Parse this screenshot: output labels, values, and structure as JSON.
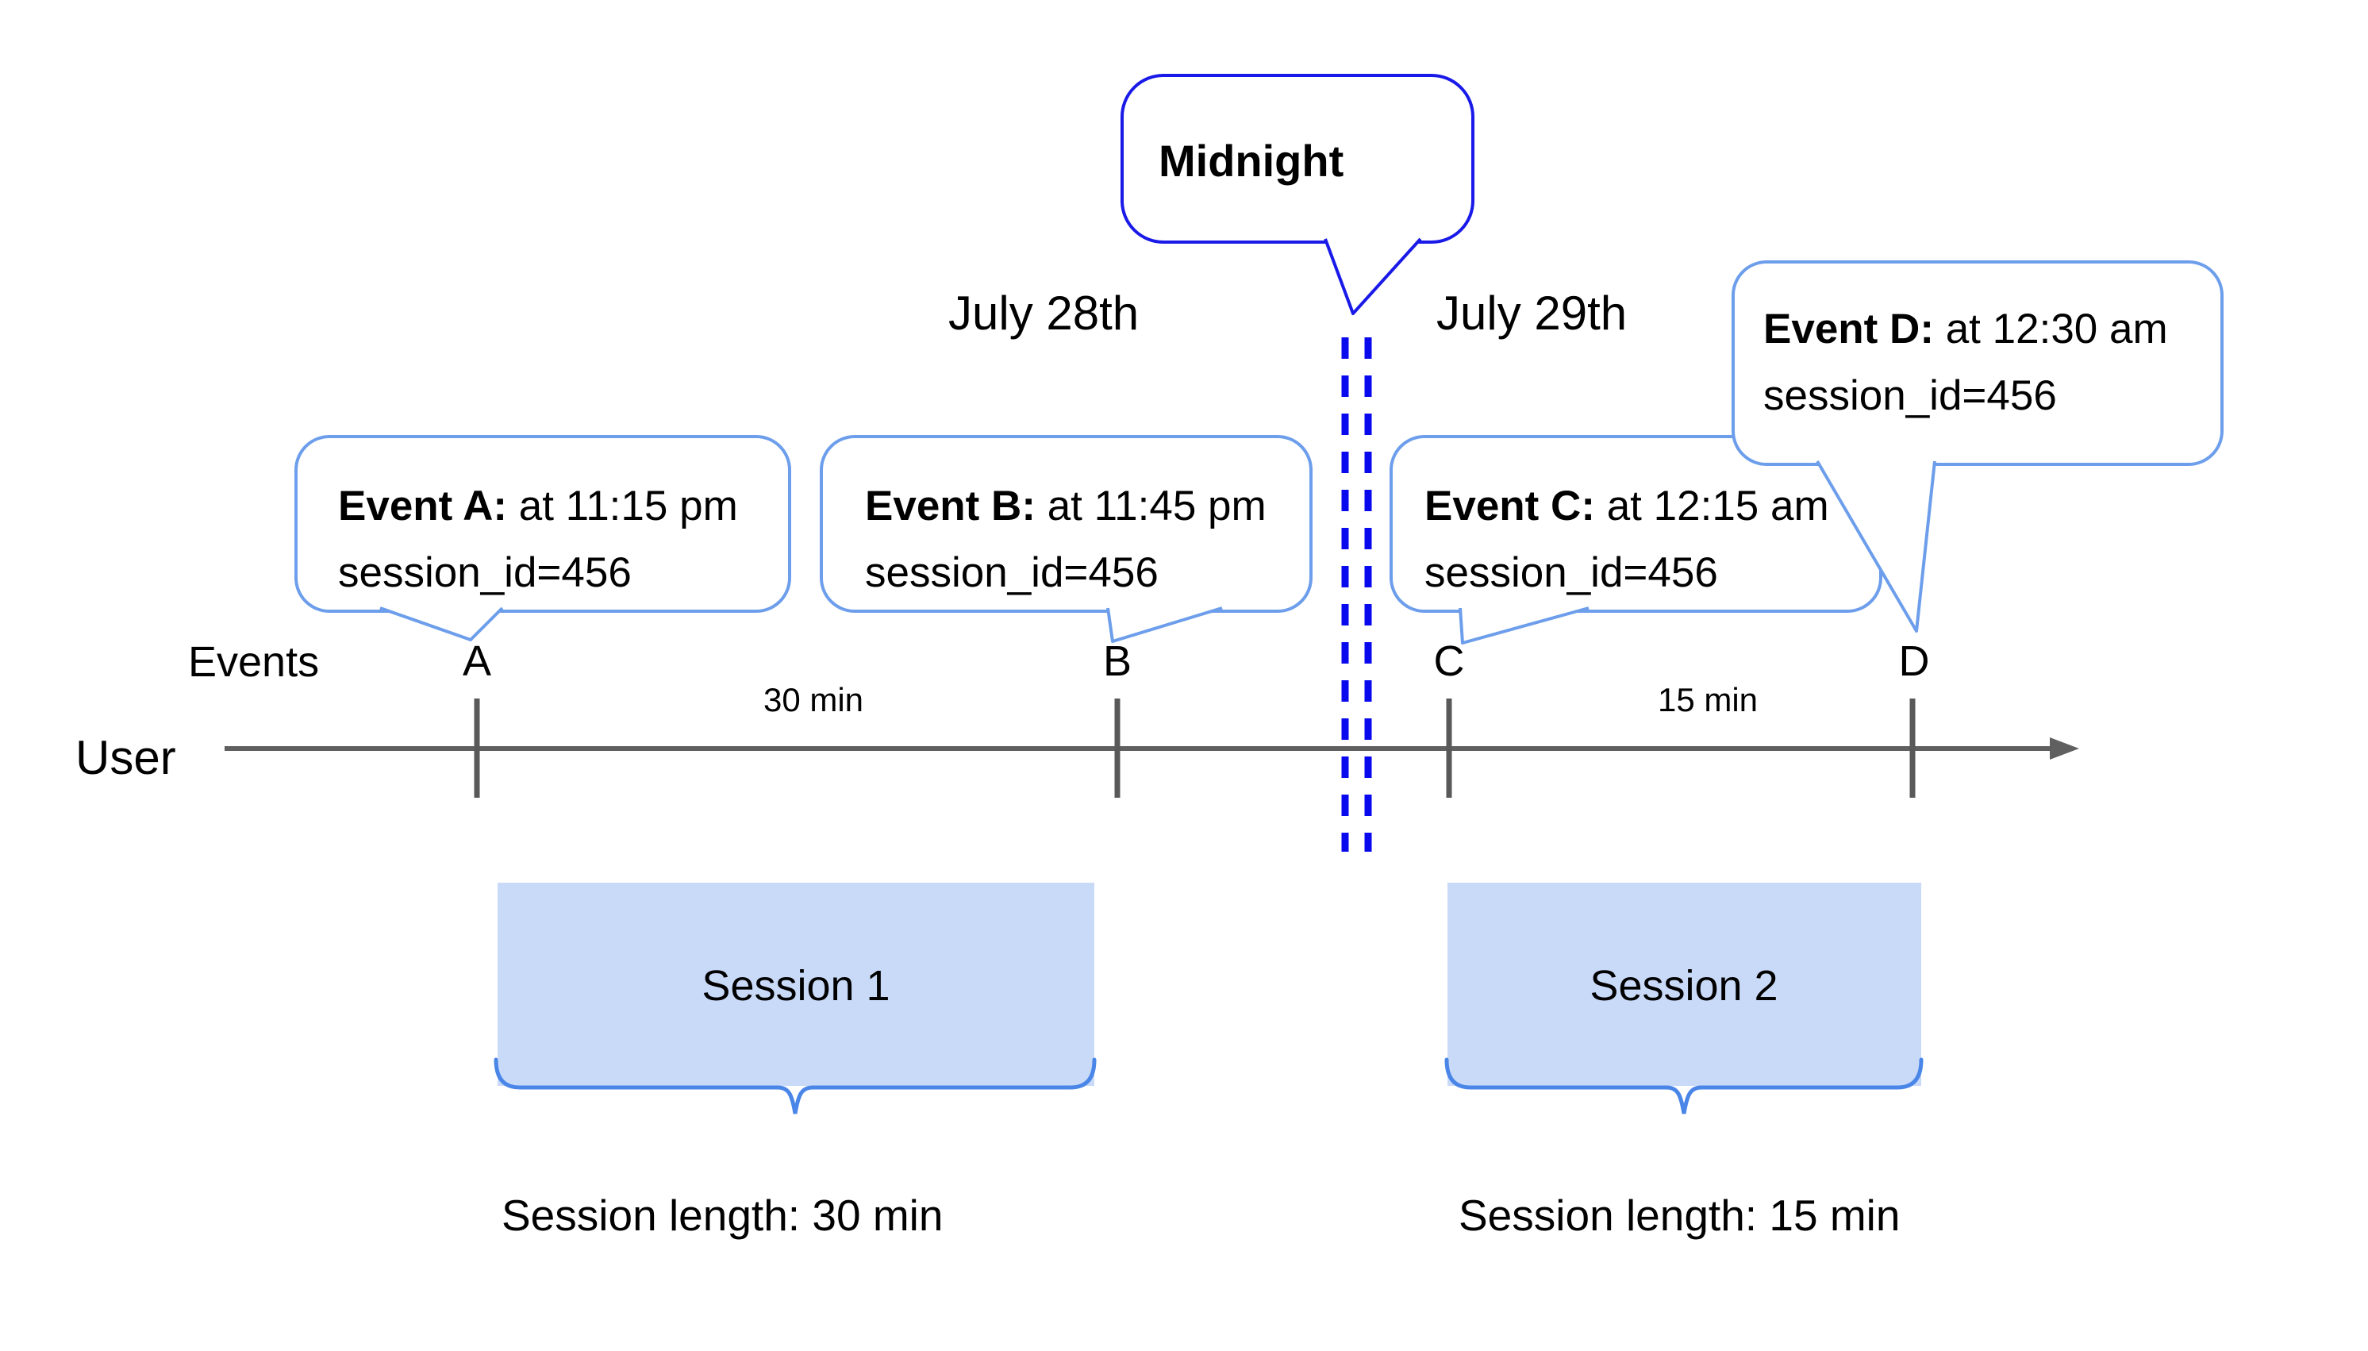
{
  "diagram": {
    "midnight_callout": {
      "label": "Midnight"
    },
    "date_labels": {
      "before": "July 28th",
      "after": "July 29th"
    },
    "row_labels": {
      "events": "Events",
      "user": "User"
    },
    "event_callouts": [
      {
        "letter": "A",
        "title": "Event A:",
        "time": " at 11:15 pm",
        "detail": "session_id=456"
      },
      {
        "letter": "B",
        "title": "Event B:",
        "time": " at 11:45 pm",
        "detail": "session_id=456"
      },
      {
        "letter": "C",
        "title": "Event C:",
        "time": " at 12:15 am",
        "detail": "session_id=456"
      },
      {
        "letter": "D",
        "title": "Event D:",
        "time": " at 12:30 am",
        "detail": "session_id=456"
      }
    ],
    "gap_labels": {
      "first": "30 min",
      "second": "15 min"
    },
    "sessions": [
      {
        "name": "Session 1",
        "length": "Session length: 30 min"
      },
      {
        "name": "Session 2",
        "length": "Session length: 15 min"
      }
    ],
    "colors": {
      "callout_border": "#6d9eeb",
      "midnight_border": "#1a1ae8",
      "midnight_divider": "#0909ee",
      "session_fill": "#c9daf8",
      "brace": "#4a86e8",
      "timeline": "#606060",
      "tick": "#595959",
      "text": "#000000"
    }
  }
}
